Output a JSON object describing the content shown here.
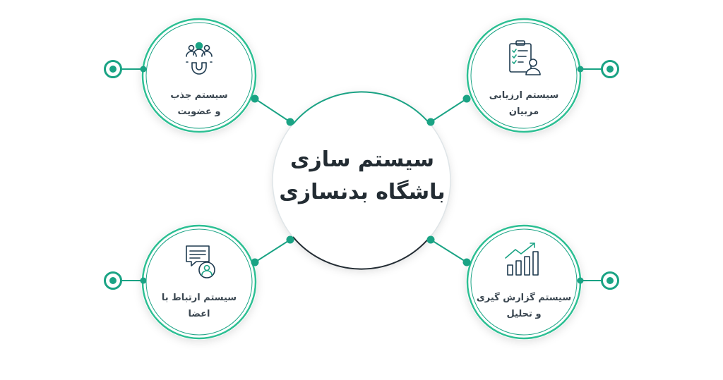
{
  "center": {
    "line1": "سیستم سازی",
    "line2": "باشگاه بدنسازی"
  },
  "nodes": {
    "top_left": {
      "line1": "سیستم جذب",
      "line2": "و عضویت",
      "icon": "magnet-users-icon"
    },
    "top_right": {
      "line1": "سیستم ارزیابی",
      "line2": "مربیان",
      "icon": "clipboard-person-icon"
    },
    "bottom_left": {
      "line1": "سیستم ارتباط با",
      "line2": "اعضا",
      "icon": "chat-user-icon"
    },
    "bottom_right": {
      "line1": "سیستم گزارش گیری",
      "line2": "و تحلیل",
      "icon": "bar-chart-growth-icon"
    }
  },
  "colors": {
    "accent": "#1aa384",
    "ring": "#2dbf93",
    "icon": "#1e3a4f",
    "text": "#3a4650"
  }
}
